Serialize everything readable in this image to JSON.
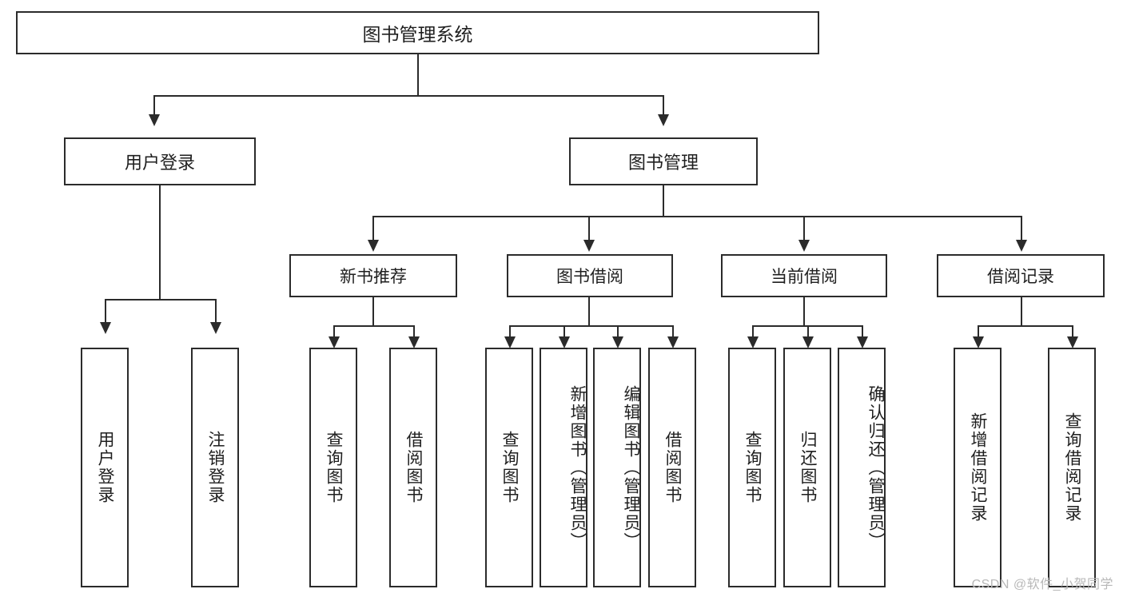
{
  "diagram": {
    "type": "tree",
    "title": "图书管理系统",
    "root": {
      "label": "图书管理系统"
    },
    "level1": [
      {
        "label": "用户登录"
      },
      {
        "label": "图书管理"
      }
    ],
    "level2": [
      {
        "label": "新书推荐"
      },
      {
        "label": "图书借阅"
      },
      {
        "label": "当前借阅"
      },
      {
        "label": "借阅记录"
      }
    ],
    "leaves": {
      "user_login": [
        {
          "label": "用户登录"
        },
        {
          "label": "注销登录"
        }
      ],
      "new_book_recommend": [
        {
          "label": "查询图书"
        },
        {
          "label": "借阅图书"
        }
      ],
      "book_borrow": [
        {
          "label": "查询图书"
        },
        {
          "label": "新增图书（管理员）"
        },
        {
          "label": "编辑图书（管理员）"
        },
        {
          "label": "借阅图书"
        }
      ],
      "current_borrow": [
        {
          "label": "查询图书"
        },
        {
          "label": "归还图书"
        },
        {
          "label": "确认归还（管理员）"
        }
      ],
      "borrow_record": [
        {
          "label": "新增借阅记录"
        },
        {
          "label": "查询借阅记录"
        }
      ]
    }
  },
  "watermark": {
    "text": "CSDN @软件_小贺同学"
  },
  "colors": {
    "stroke": "#2b2b2b",
    "text": "#1f1f1f",
    "background": "#ffffff",
    "watermark": "#b8b8b8"
  }
}
